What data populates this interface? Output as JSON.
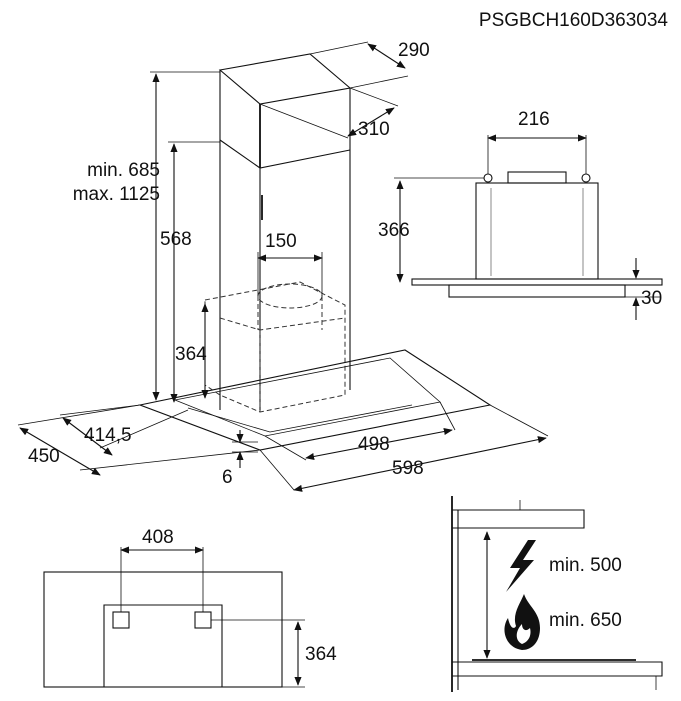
{
  "product_code": "PSGBCH160D363034",
  "main_view": {
    "depth_top": "290",
    "width_top": "310",
    "height_range_min": "min. 685",
    "height_range_max": "max. 1125",
    "height_568": "568",
    "duct_diameter": "150",
    "height_364": "364",
    "depth_414": "414,5",
    "depth_450": "450",
    "width_498": "498",
    "width_598": "598",
    "glass_thickness": "6"
  },
  "side_view": {
    "bracket_width": "216",
    "height": "366",
    "thickness": "30"
  },
  "bottom_view": {
    "hole_spacing": "408",
    "height": "364"
  },
  "clearance_view": {
    "electric_min": "min. 500",
    "gas_min": "min. 650",
    "electric_icon": "lightning-icon",
    "gas_icon": "flame-icon"
  }
}
